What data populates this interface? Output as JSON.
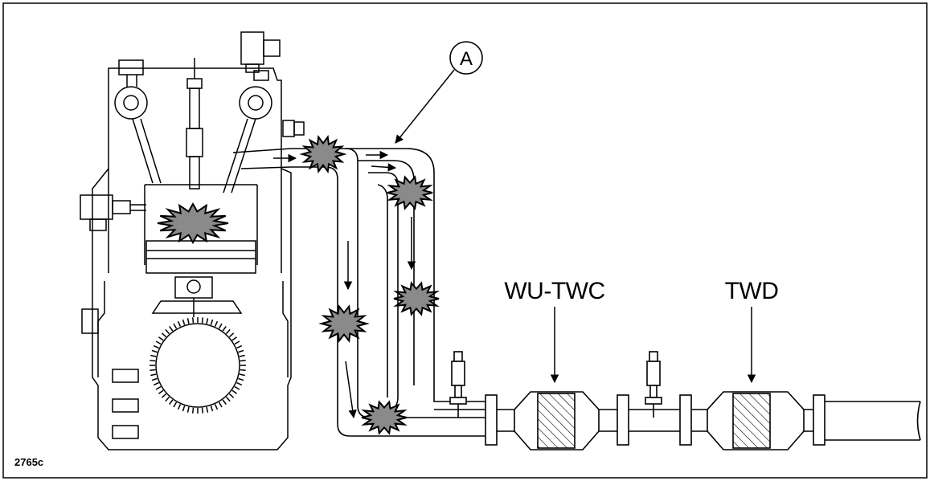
{
  "figure_id": "2765c",
  "callout": "A",
  "labels": {
    "converter_1": "WU-TWC",
    "converter_2": "TWD"
  }
}
